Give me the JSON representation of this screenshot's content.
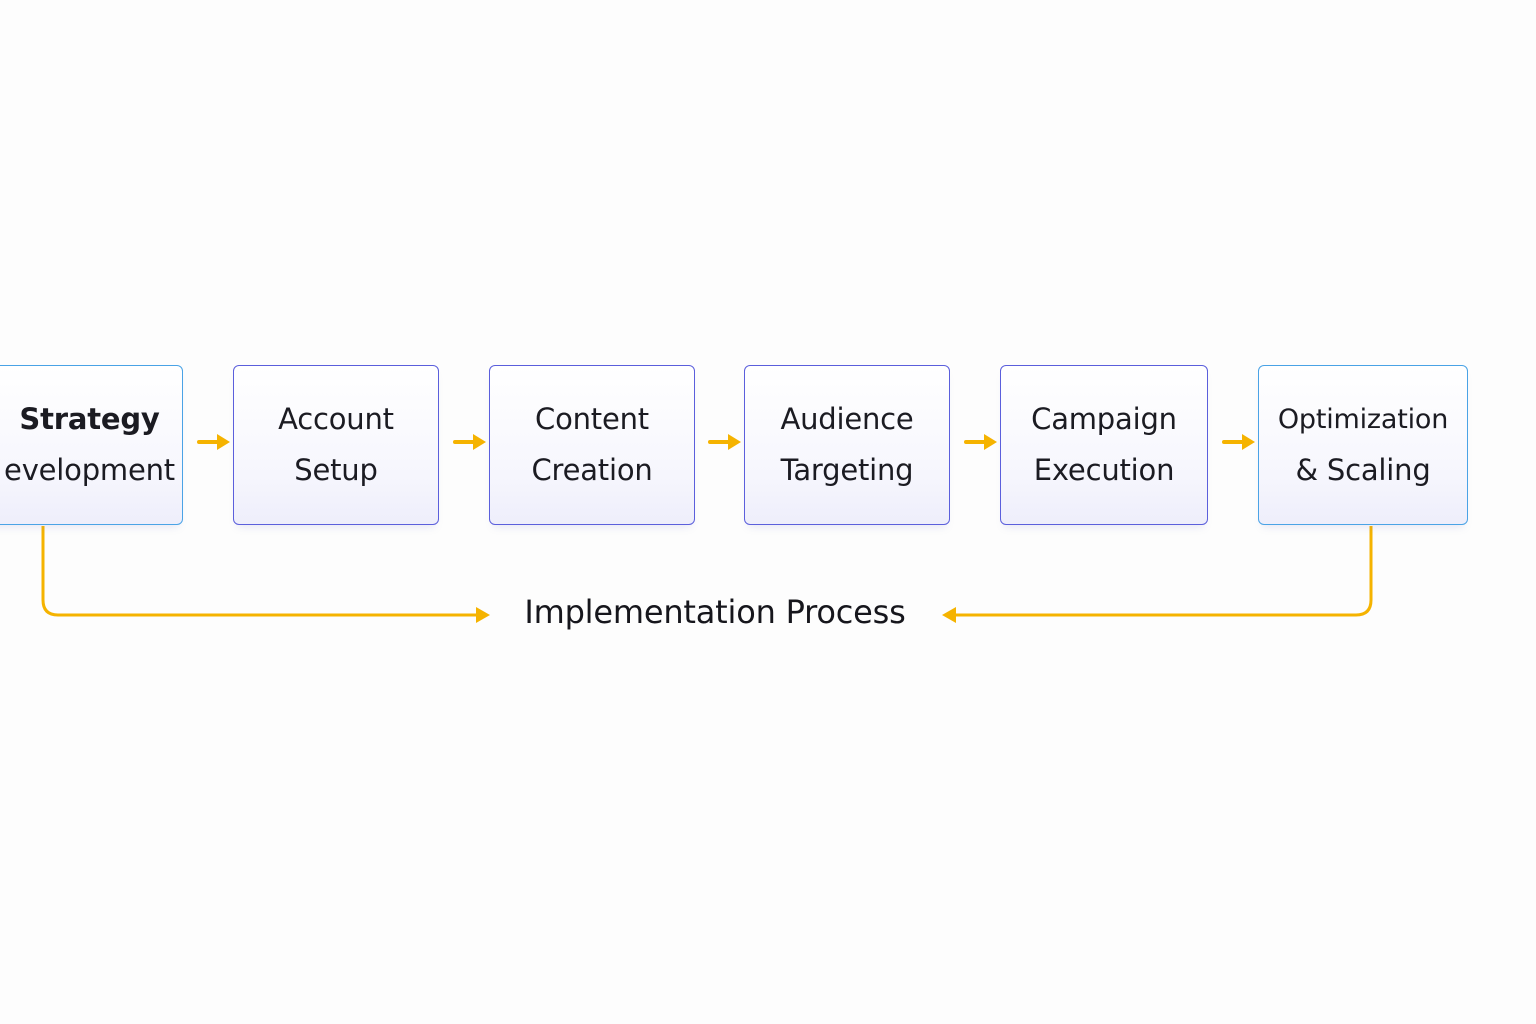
{
  "steps": [
    {
      "line1": "Strategy",
      "line2": "evelopment"
    },
    {
      "line1": "Account",
      "line2": "Setup"
    },
    {
      "line1": "Content",
      "line2": "Creation"
    },
    {
      "line1": "Audience",
      "line2": "Targeting"
    },
    {
      "line1": "Campaign",
      "line2": "Execution"
    },
    {
      "line1": "Optimization",
      "line2": "& Scaling"
    }
  ],
  "center_label": "Implementation Process",
  "colors": {
    "arrow": "#f5b300",
    "box_border_blue": "#4aa3e6",
    "box_border_violet": "#5b5fdc",
    "text": "#1b1b22"
  },
  "icons": [
    "arrow-right-icon",
    "arrow-left-icon"
  ]
}
